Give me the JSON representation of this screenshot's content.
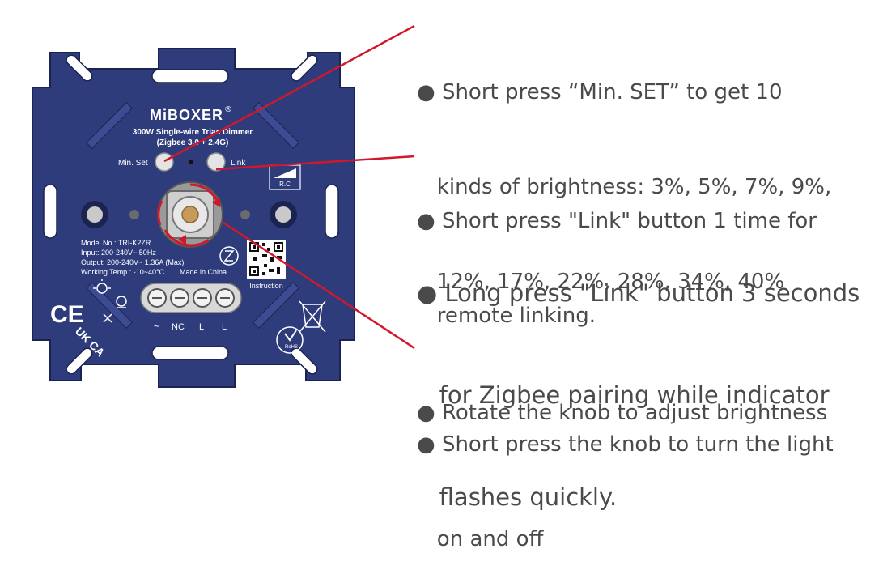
{
  "device": {
    "brand": "MiBOXER",
    "registered": "®",
    "title_line1": "300W Single-wire Triac Dimmer",
    "title_line2": "(Zigbee 3.0 + 2.4G)",
    "min_set_label": "Min. Set",
    "link_label": "Link",
    "rc_label": "R.C",
    "model": "Model No.: TRI-K2ZR",
    "input": "Input: 200-240V~  50Hz",
    "output": "Output: 200-240V~  1.36A (Max)",
    "working_temp": "Working Temp.: -10~40°C",
    "made_in": "Made in China",
    "instruction": "Instruction",
    "ce_mark": "CE",
    "ukca_mark": "UK CA",
    "rohs": "RoHS",
    "terminals": [
      "~",
      "NC",
      "L",
      "L"
    ]
  },
  "annotations": [
    {
      "lines": [
        "● Short press “Min. SET” to get 10",
        "   kinds of brightness: 3%, 5%, 7%, 9%,",
        "   12%, 17%, 22%, 28%, 34%, 40%"
      ]
    },
    {
      "lines": [
        "● Short press \"Link\" button 1 time for",
        "   remote linking."
      ]
    },
    {
      "lines": [
        "● Long press \"Link\" button 3 seconds",
        "   for Zigbee pairing while indicator",
        "   flashes quickly."
      ]
    },
    {
      "lines": [
        "● Rotate the knob to adjust brightness"
      ]
    },
    {
      "lines": [
        "● Short press the knob to turn the light",
        "   on and off"
      ]
    }
  ],
  "colors": {
    "plate": "#2e3c7c",
    "plate_dark": "#1f2a5c",
    "leader": "#d0182c",
    "text": "#4a4a4a"
  }
}
